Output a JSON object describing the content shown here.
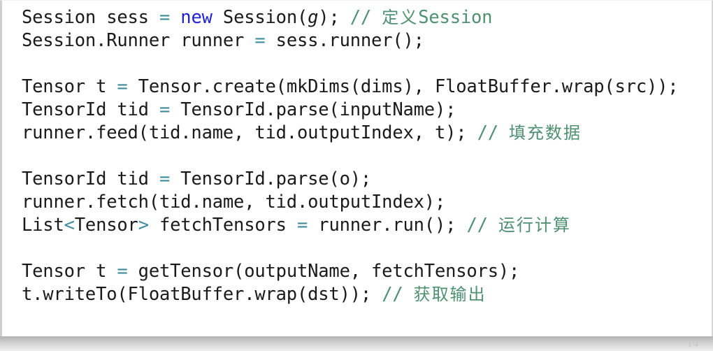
{
  "slide": {
    "page_number": "14",
    "colors": {
      "background": "#ffffff",
      "text": "#1a1a1a",
      "keyword": "#1f1fe0",
      "operator": "#3c8c9c",
      "comment": "#4e9071",
      "page_number": "#c9c9c9",
      "below_slide": "#c6c6c6"
    }
  },
  "code": {
    "language": "java",
    "full_text": "Session sess = new Session(g); // 定义Session\nSession.Runner runner = sess.runner();\n\nTensor t = Tensor.create(mkDims(dims), FloatBuffer.wrap(src));\nTensorId tid = TensorId.parse(inputName);\nrunner.feed(tid.name, tid.outputIndex, t); // 填充数据\n\nTensorId tid = TensorId.parse(o);\nrunner.fetch(tid.name, tid.outputIndex);\nList<Tensor> fetchTensors = runner.run(); // 运行计算\n\nTensor t = getTensor(outputName, fetchTensors);\nt.writeTo(FloatBuffer.wrap(dst)); // 获取输出",
    "lines": [
      {
        "id": "line-1",
        "blank": false,
        "tokens": [
          {
            "t": "Session sess ",
            "c": "plain"
          },
          {
            "t": "=",
            "c": "op"
          },
          {
            "t": " ",
            "c": "plain"
          },
          {
            "t": "new",
            "c": "kw"
          },
          {
            "t": " Session(",
            "c": "plain"
          },
          {
            "t": "g",
            "c": "ital"
          },
          {
            "t": "); ",
            "c": "plain"
          },
          {
            "t": "// ",
            "c": "cmt"
          },
          {
            "t": "定义",
            "c": "cmt cjk"
          },
          {
            "t": "Session",
            "c": "cmt"
          }
        ]
      },
      {
        "id": "line-2",
        "blank": false,
        "tokens": [
          {
            "t": "Session.Runner runner ",
            "c": "plain"
          },
          {
            "t": "=",
            "c": "op"
          },
          {
            "t": " sess.runner();",
            "c": "plain"
          }
        ]
      },
      {
        "id": "line-3",
        "blank": true,
        "tokens": []
      },
      {
        "id": "line-4",
        "blank": false,
        "tokens": [
          {
            "t": "Tensor t ",
            "c": "plain"
          },
          {
            "t": "=",
            "c": "op"
          },
          {
            "t": " Tensor.create(mkDims(dims), FloatBuffer.wrap(src));",
            "c": "plain"
          }
        ]
      },
      {
        "id": "line-5",
        "blank": false,
        "tokens": [
          {
            "t": "TensorId tid ",
            "c": "plain"
          },
          {
            "t": "=",
            "c": "op"
          },
          {
            "t": " TensorId.parse(inputName);",
            "c": "plain"
          }
        ]
      },
      {
        "id": "line-6",
        "blank": false,
        "tokens": [
          {
            "t": "runner.feed(tid.name, tid.outputIndex, t); ",
            "c": "plain"
          },
          {
            "t": "// ",
            "c": "cmt"
          },
          {
            "t": "填充数据",
            "c": "cmt cjk"
          }
        ]
      },
      {
        "id": "line-7",
        "blank": true,
        "tokens": []
      },
      {
        "id": "line-8",
        "blank": false,
        "tokens": [
          {
            "t": "TensorId tid ",
            "c": "plain"
          },
          {
            "t": "=",
            "c": "op"
          },
          {
            "t": " TensorId.parse(o);",
            "c": "plain"
          }
        ]
      },
      {
        "id": "line-9",
        "blank": false,
        "tokens": [
          {
            "t": "runner.fetch(tid.name, tid.outputIndex);",
            "c": "plain"
          }
        ]
      },
      {
        "id": "line-10",
        "blank": false,
        "tokens": [
          {
            "t": "List",
            "c": "plain"
          },
          {
            "t": "<",
            "c": "op"
          },
          {
            "t": "Tensor",
            "c": "plain"
          },
          {
            "t": ">",
            "c": "op"
          },
          {
            "t": " fetchTensors ",
            "c": "plain"
          },
          {
            "t": "=",
            "c": "op"
          },
          {
            "t": " runner.run(); ",
            "c": "plain"
          },
          {
            "t": "// ",
            "c": "cmt"
          },
          {
            "t": "运行计算",
            "c": "cmt cjk"
          }
        ]
      },
      {
        "id": "line-11",
        "blank": true,
        "tokens": []
      },
      {
        "id": "line-12",
        "blank": false,
        "tokens": [
          {
            "t": "Tensor t ",
            "c": "plain"
          },
          {
            "t": "=",
            "c": "op"
          },
          {
            "t": " getTensor(outputName, fetchTensors);",
            "c": "plain"
          }
        ]
      },
      {
        "id": "line-13",
        "blank": false,
        "tokens": [
          {
            "t": "t.writeTo(FloatBuffer.wrap(dst)); ",
            "c": "plain"
          },
          {
            "t": "// ",
            "c": "cmt"
          },
          {
            "t": "获取输出",
            "c": "cmt cjk"
          }
        ]
      }
    ]
  }
}
